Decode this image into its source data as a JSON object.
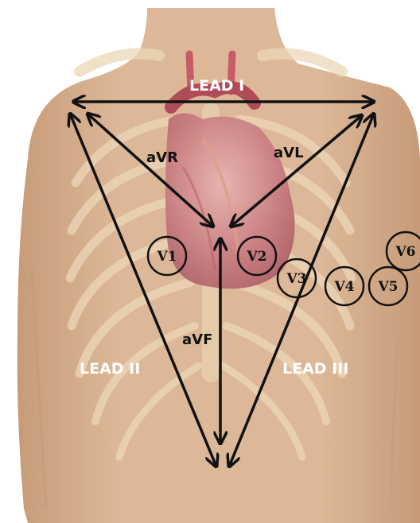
{
  "labels": {
    "lead_i": "LEAD I",
    "lead_ii": "LEAD II",
    "lead_iii": "LEAD III",
    "avr": "aVR",
    "avl": "aVL",
    "avf": "aVF"
  },
  "electrodes": [
    "V1",
    "V2",
    "V3",
    "V4",
    "V5",
    "V6"
  ],
  "colors": {
    "skin": "#d9b595",
    "skin_shadow": "#c49a78",
    "bone": "#e9d3b3",
    "heart": "#c8707a",
    "line": "#111111"
  }
}
